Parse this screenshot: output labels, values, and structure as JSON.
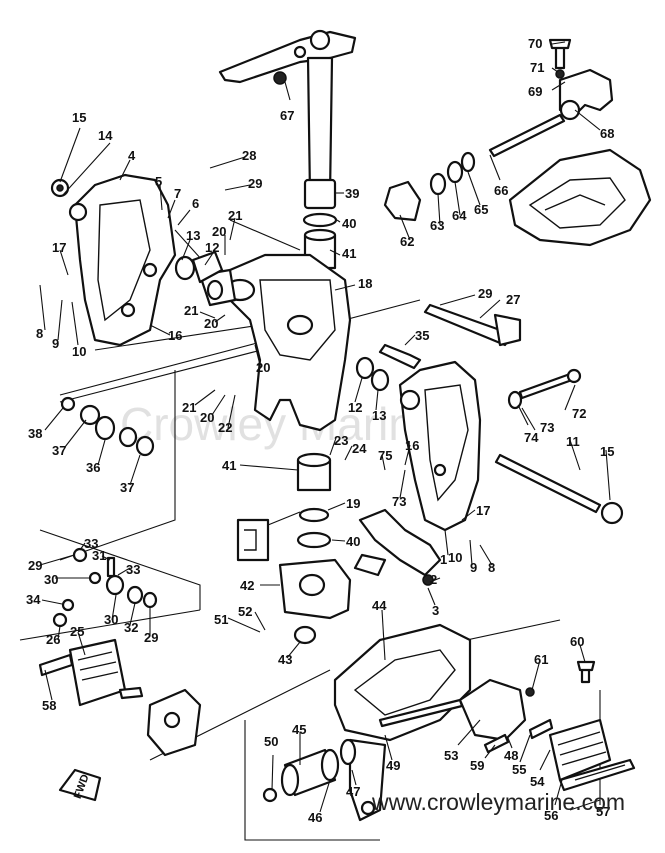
{
  "labels": {
    "n70": "70",
    "n71": "71",
    "n69": "69",
    "n68": "68",
    "n67": "67",
    "n15a": "15",
    "n14": "14",
    "n4": "4",
    "n28": "28",
    "n29a": "29",
    "n39": "39",
    "n40a": "40",
    "n66": "66",
    "n65": "65",
    "n64": "64",
    "n63": "63",
    "n62": "62",
    "n5": "5",
    "n7": "7",
    "n6": "6",
    "n21a": "21",
    "n20a": "20",
    "n13a": "13",
    "n12a": "12",
    "n41a": "41",
    "n17a": "17",
    "n18": "18",
    "n29b": "29",
    "n27": "27",
    "n8a": "8",
    "n9a": "9",
    "n10a": "10",
    "n21b": "21",
    "n20b": "20",
    "n16a": "16",
    "n35": "35",
    "n20c": "20",
    "n12b": "12",
    "n13b": "13",
    "n72": "72",
    "n38": "38",
    "n21c": "21",
    "n20d": "20",
    "n22": "22",
    "n73a": "73",
    "n74": "74",
    "n11": "11",
    "n37a": "37",
    "n36": "36",
    "n37b": "37",
    "n23": "23",
    "n24": "24",
    "n75": "75",
    "n16b": "16",
    "n15b": "15",
    "n41b": "41",
    "n73b": "73",
    "n19": "19",
    "n17b": "17",
    "n40b": "40",
    "n1": "1",
    "n10b": "10",
    "n9b": "9",
    "n8b": "8",
    "n33a": "33",
    "n29c": "29",
    "n31": "31",
    "n33b": "33",
    "n30a": "30",
    "n2": "2",
    "n42": "42",
    "n3": "3",
    "n34": "34",
    "n30b": "30",
    "n32": "32",
    "n29d": "29",
    "n51": "51",
    "n52": "52",
    "n44": "44",
    "n26": "26",
    "n25": "25",
    "n43": "43",
    "n60": "60",
    "n61": "61",
    "n58": "58",
    "n50": "50",
    "n45": "45",
    "n53": "53",
    "n48": "48",
    "n49": "49",
    "n59": "59",
    "n55": "55",
    "n54": "54",
    "n47": "47",
    "n56": "56",
    "n46": "46",
    "n57": "57"
  },
  "fwd_label": "FWD",
  "watermark": "Crowley Marine",
  "footer": "www.crowleymarine.com"
}
